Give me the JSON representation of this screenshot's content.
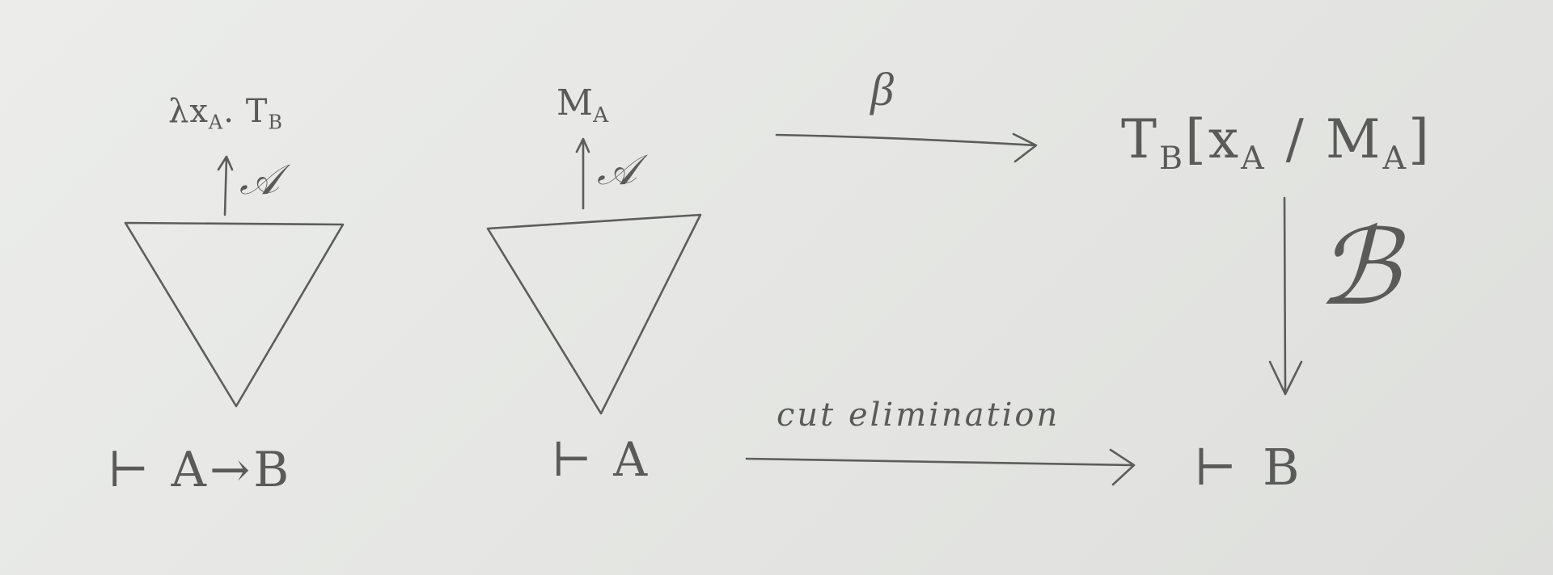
{
  "left_proof": {
    "term_var": "λx",
    "term_var_sub": "A",
    "term_dot": ". T",
    "term_body_sub": "B",
    "arrow_label": "𝒜",
    "conclusion": "⊢ A→B"
  },
  "right_proof": {
    "term": "M",
    "term_sub": "A",
    "arrow_label": "𝒜",
    "conclusion": "⊢ A"
  },
  "beta_arrow": {
    "label": "β"
  },
  "result_term": {
    "t": "T",
    "t_sub": "B",
    "open": "[x",
    "x_sub": "A",
    "slash": " / M",
    "m_sub": "A",
    "close": "]"
  },
  "down_arrow": {
    "label": "ℬ"
  },
  "cut_arrow": {
    "label": "cut elimination"
  },
  "result_sequent": {
    "text": "⊢  B"
  },
  "colors": {
    "ink": "#5d5e5b",
    "paper": "#e8e9e6"
  }
}
